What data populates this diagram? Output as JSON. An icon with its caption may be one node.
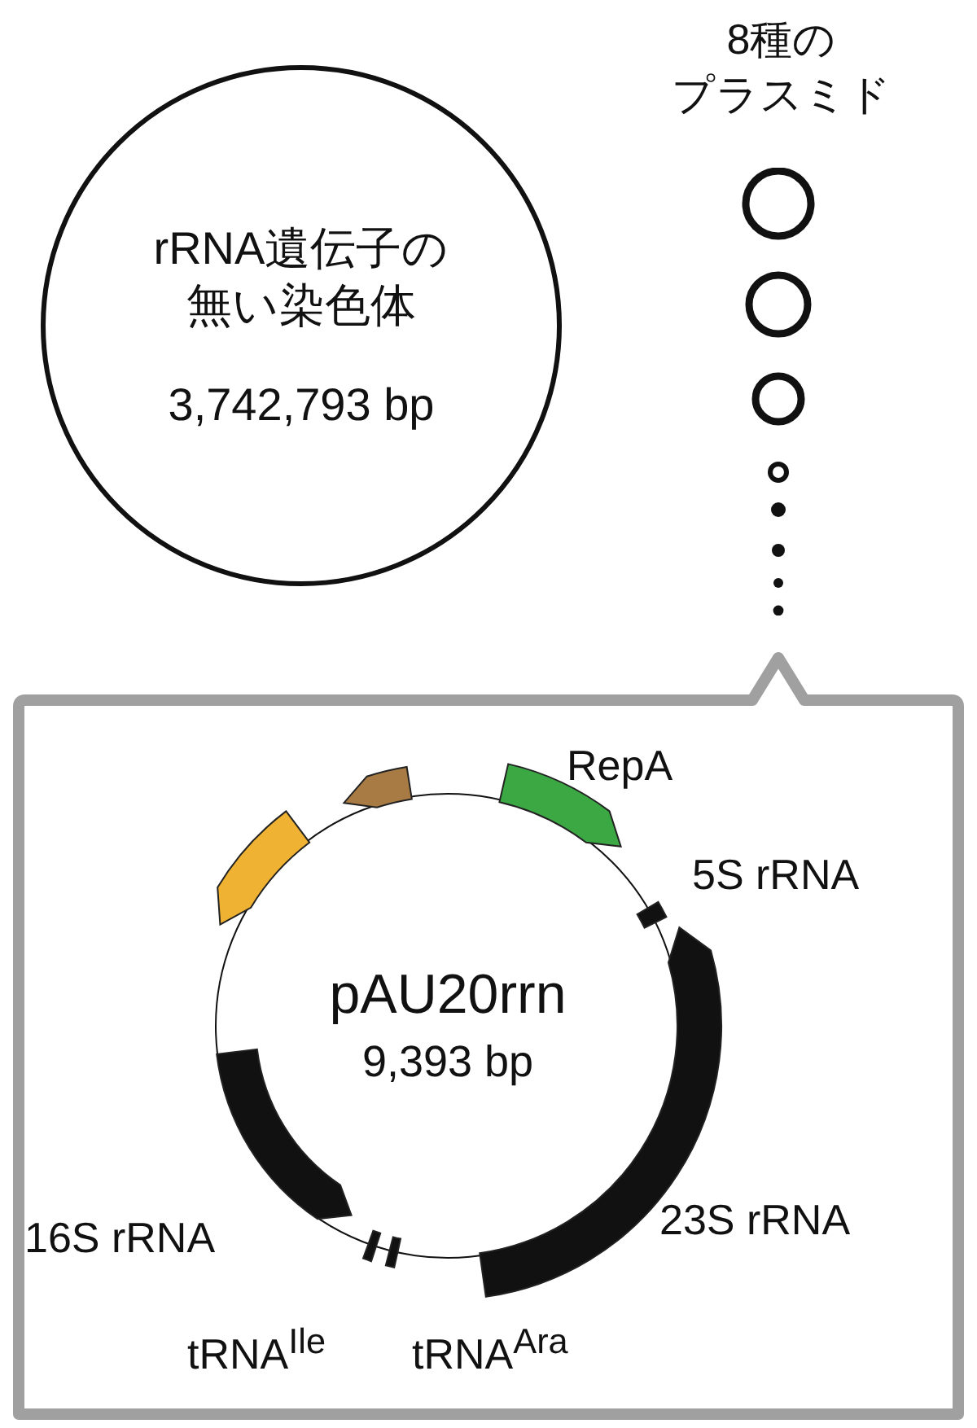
{
  "diagram": {
    "nodes": [
      {
        "text": [
          "rRNA遺伝子の無い染色体",
          "3,742,793 bp"
        ]
      },
      {
        "text": [],
        "shape": "box"
      },
      {
        "text": [
          "pAU20rrn",
          "9,393 bp"
        ],
        "in": 1
      }
    ],
    "labels": [
      "8種のプラスミド",
      "RepA",
      "5S rRNA",
      "23S rRNA",
      "16S rRNA",
      "tRNA$^{Ile}$",
      "tRNA$^{Ara}$"
    ]
  }
}
